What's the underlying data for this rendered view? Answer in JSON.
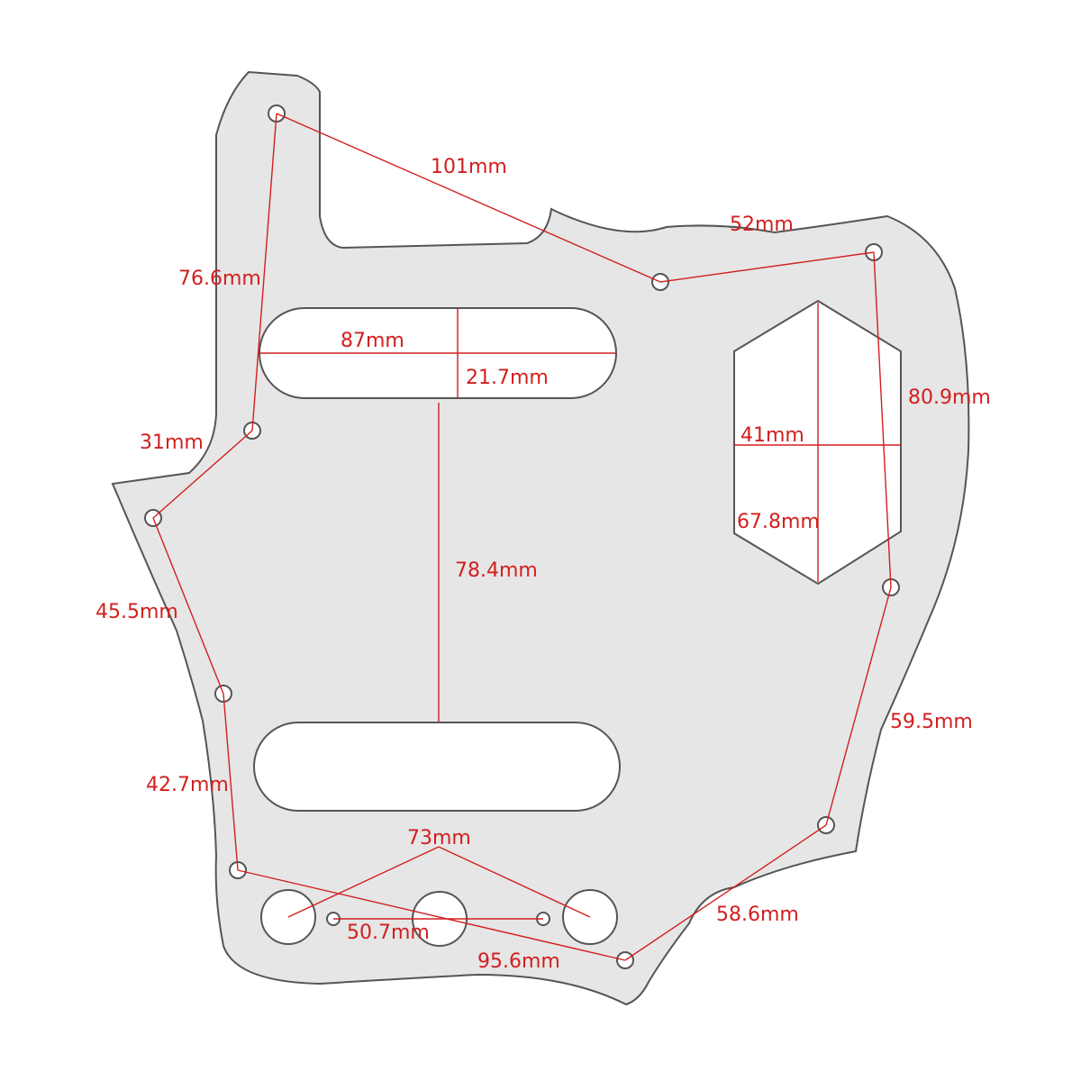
{
  "colors": {
    "plate_fill": "#e6e6e6",
    "plate_stroke": "#555555",
    "dimension_line": "#d21f1f",
    "label_text": "#d21f1f",
    "background": "#ffffff"
  },
  "dimensions": {
    "d_101": "101mm",
    "d_52": "52mm",
    "d_76_6": "76.6mm",
    "d_87": "87mm",
    "d_21_7": "21.7mm",
    "d_80_9": "80.9mm",
    "d_31": "31mm",
    "d_41": "41mm",
    "d_67_8": "67.8mm",
    "d_78_4": "78.4mm",
    "d_45_5": "45.5mm",
    "d_59_5": "59.5mm",
    "d_42_7": "42.7mm",
    "d_73": "73mm",
    "d_58_6": "58.6mm",
    "d_50_7": "50.7mm",
    "d_95_6": "95.6mm"
  }
}
